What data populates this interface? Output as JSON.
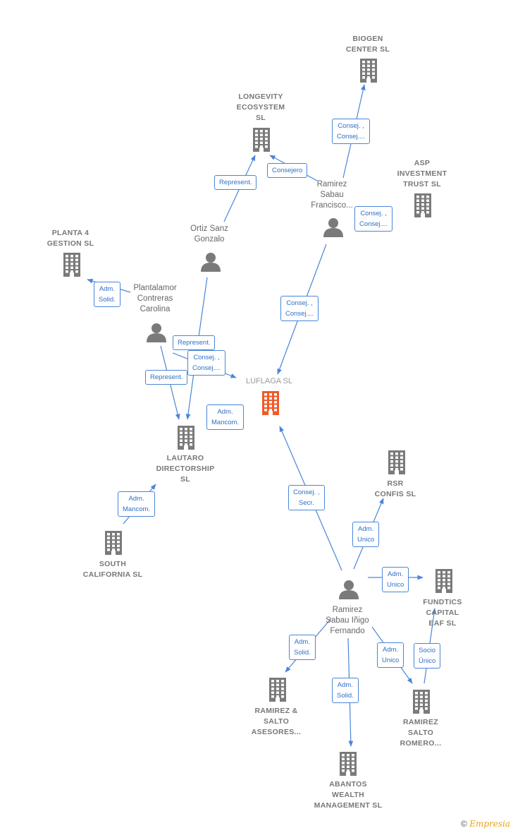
{
  "nodes": {
    "biogen": {
      "label": "BIOGEN\nCENTER SL",
      "kind": "company"
    },
    "longevity": {
      "label": "LONGEVITY\nECOSYSTEM\nSL",
      "kind": "company"
    },
    "asp": {
      "label": "ASP\nINVESTMENT\nTRUST  SL",
      "kind": "company"
    },
    "planta4": {
      "label": "PLANTA 4\nGESTION  SL",
      "kind": "company"
    },
    "luflaga": {
      "label": "LUFLAGA  SL",
      "kind": "center"
    },
    "lautaro": {
      "label": "LAUTARO\nDIRECTORSHIP\nSL",
      "kind": "company"
    },
    "south": {
      "label": "SOUTH\nCALIFORNIA SL",
      "kind": "company"
    },
    "rsr": {
      "label": "RSR\nCONFIS  SL",
      "kind": "company"
    },
    "fundtics": {
      "label": "FUNDTICS\nCAPITAL\nEAF  SL",
      "kind": "company"
    },
    "ramirez_salto_asesores": {
      "label": "RAMIREZ &\nSALTO\nASESORES...",
      "kind": "company"
    },
    "ramirez_salto_romero": {
      "label": "RAMIREZ\nSALTO\nROMERO...",
      "kind": "company"
    },
    "abantos": {
      "label": "ABANTOS\nWEALTH\nMANAGEMENT SL",
      "kind": "company"
    },
    "ramirez_francisco": {
      "label": "Ramirez\nSabau\nFrancisco...",
      "kind": "person"
    },
    "ortiz": {
      "label": "Ortiz Sanz\nGonzalo",
      "kind": "person"
    },
    "plantalamor": {
      "label": "Plantalamor\nContreras\nCarolina",
      "kind": "person"
    },
    "ramirez_inigo": {
      "label": "Ramirez\nSabau Iñigo\nFernando",
      "kind": "person"
    }
  },
  "edges": [
    {
      "label": "Consej. ,\nConsej....",
      "from": "ramirez_francisco",
      "to": "biogen"
    },
    {
      "label": "Consejero",
      "from": "ramirez_francisco",
      "to": "longevity"
    },
    {
      "label": "Consej. ,\nConsej....",
      "from": "ramirez_francisco",
      "to": "asp"
    },
    {
      "label": "Represent.",
      "from": "ortiz",
      "to": "longevity"
    },
    {
      "label": "Consej. ,\nConsej....",
      "from": "ramirez_francisco",
      "to": "luflaga"
    },
    {
      "label": "Adm.\nSolid.",
      "from": "plantalamor",
      "to": "planta4"
    },
    {
      "label": "Represent.",
      "from": "ortiz",
      "to": "lautaro"
    },
    {
      "label": "Consej. ,\nConsej....",
      "from": "plantalamor",
      "to": "luflaga"
    },
    {
      "label": "Represent.",
      "from": "plantalamor",
      "to": "lautaro"
    },
    {
      "label": "Adm.\nMancom.",
      "from": "lautaro",
      "to": "luflaga"
    },
    {
      "label": "Adm.\nMancom.",
      "from": "south",
      "to": "lautaro"
    },
    {
      "label": "Consej. ,\nSecr.",
      "from": "ramirez_inigo",
      "to": "luflaga"
    },
    {
      "label": "Adm.\nUnico",
      "from": "ramirez_inigo",
      "to": "rsr"
    },
    {
      "label": "Adm.\nUnico",
      "from": "ramirez_inigo",
      "to": "fundtics"
    },
    {
      "label": "Adm.\nSolid.",
      "from": "ramirez_inigo",
      "to": "ramirez_salto_asesores"
    },
    {
      "label": "Adm.\nSolid.",
      "from": "ramirez_inigo",
      "to": "abantos"
    },
    {
      "label": "Adm.\nUnico",
      "from": "ramirez_inigo",
      "to": "ramirez_salto_romero"
    },
    {
      "label": "Socio\nÚnico",
      "from": "ramirez_salto_romero",
      "to": "fundtics"
    }
  ],
  "colors": {
    "edge": "#4a86d8",
    "company_icon": "#7a7a7a",
    "center_icon": "#f05a28",
    "person_icon": "#7a7a7a"
  },
  "icons": {
    "company": "building-icon",
    "person": "person-icon"
  },
  "footer": {
    "copyright": "©",
    "brand": "Empresia"
  }
}
